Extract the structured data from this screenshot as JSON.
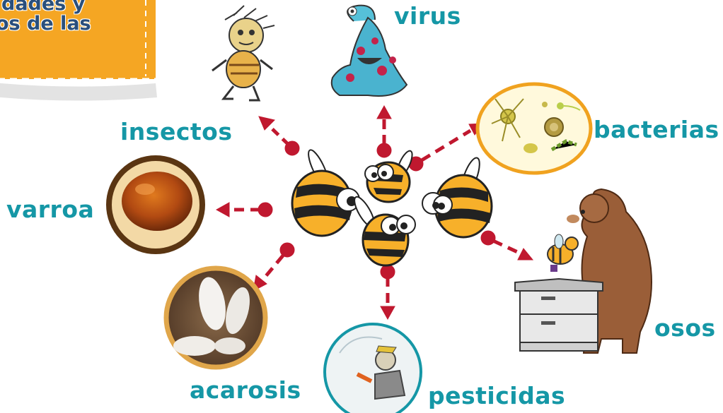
{
  "banner": {
    "line1": "dades y",
    "line2": "os de las"
  },
  "labels": {
    "virus": "virus",
    "insectos": "insectos",
    "bacterias": "bacterias",
    "varroa": "varroa",
    "osos": "osos",
    "acarosis": "acarosis",
    "pesticidas": "pesticidas"
  },
  "colors": {
    "label_teal": "#1597a6",
    "arrow_red": "#c0182f",
    "banner_orange": "#f5a623",
    "bee_yellow": "#f7b02a"
  }
}
